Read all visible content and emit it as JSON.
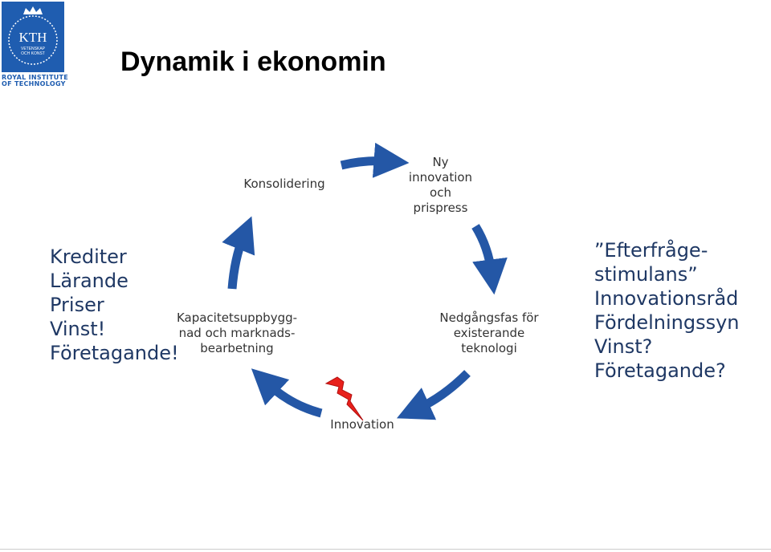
{
  "logo": {
    "text": "KTH",
    "subtext1": "VETENSKAP",
    "subtext2": "OCH KONST",
    "caption1": "ROYAL INSTITUTE",
    "caption2": "OF TECHNOLOGY"
  },
  "title": "Dynamik i ekonomin",
  "cycle": {
    "konsolidering": "Konsolidering",
    "ny": [
      "Ny",
      "innovation",
      "och",
      "prispress"
    ],
    "kapacitet": [
      "Kapacitetsuppbygg-",
      "nad och marknads-",
      "bearbetning"
    ],
    "nedgang": [
      "Nedgångsfas för",
      "existerande",
      "teknologi"
    ],
    "innovation": "Innovation"
  },
  "left_list": [
    "Krediter",
    "Lärande",
    "Priser",
    "Vinst!",
    "Företagande!"
  ],
  "right_list": [
    "”Efterfråge-",
    "stimulans”",
    "Innovationsråd",
    "Fördelningssyn",
    "Vinst?",
    "Företagande?"
  ],
  "colors": {
    "arrow": "#2457a6",
    "lightning": "#e8201b",
    "list_text": "#1f3864"
  }
}
